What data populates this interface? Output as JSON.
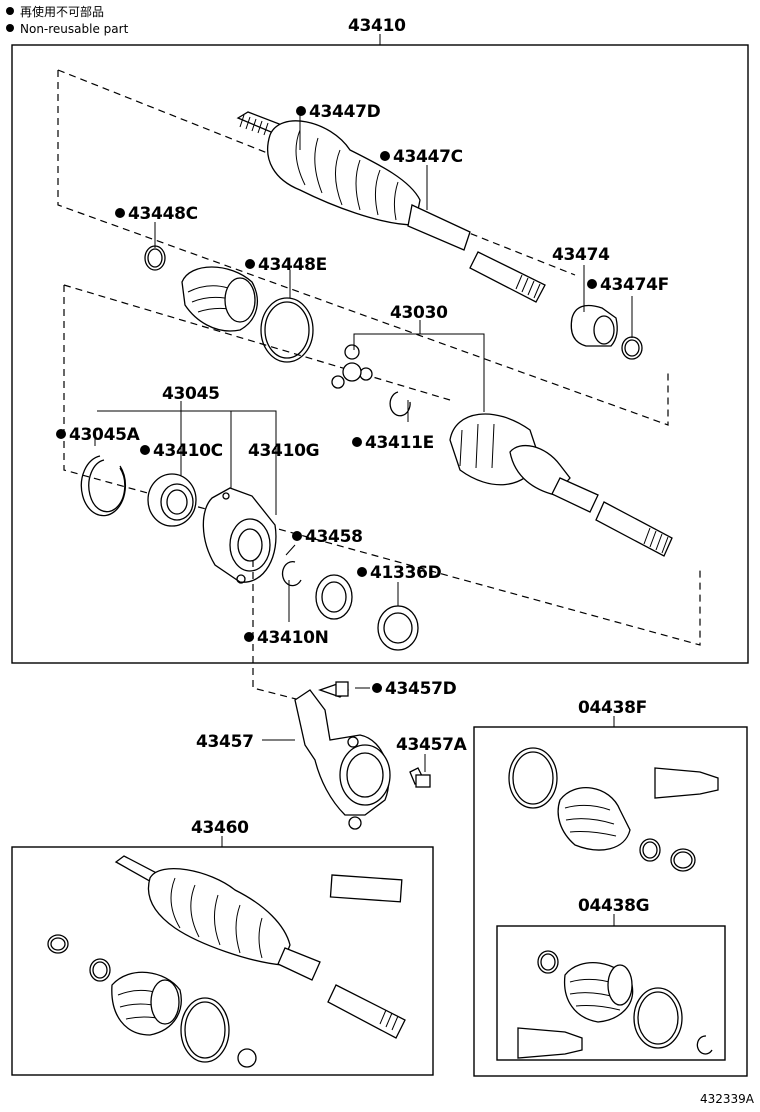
{
  "legend": {
    "items": [
      {
        "text": "再使用不可部品"
      },
      {
        "text": "Non-reusable part"
      }
    ]
  },
  "parts": {
    "p43410": "43410",
    "p43447D": "43447D",
    "p43447C": "43447C",
    "p43448C": "43448C",
    "p43448E": "43448E",
    "p43474": "43474",
    "p43474F": "43474F",
    "p43030": "43030",
    "p43045": "43045",
    "p43045A": "43045A",
    "p43410C": "43410C",
    "p43410G": "43410G",
    "p43411E": "43411E",
    "p43458": "43458",
    "p41336D": "41336D",
    "p43410N": "43410N",
    "p43457D": "43457D",
    "p43457": "43457",
    "p43457A": "43457A",
    "p43460": "43460",
    "p04438F": "04438F",
    "p04438G": "04438G"
  },
  "reference": "432339A"
}
